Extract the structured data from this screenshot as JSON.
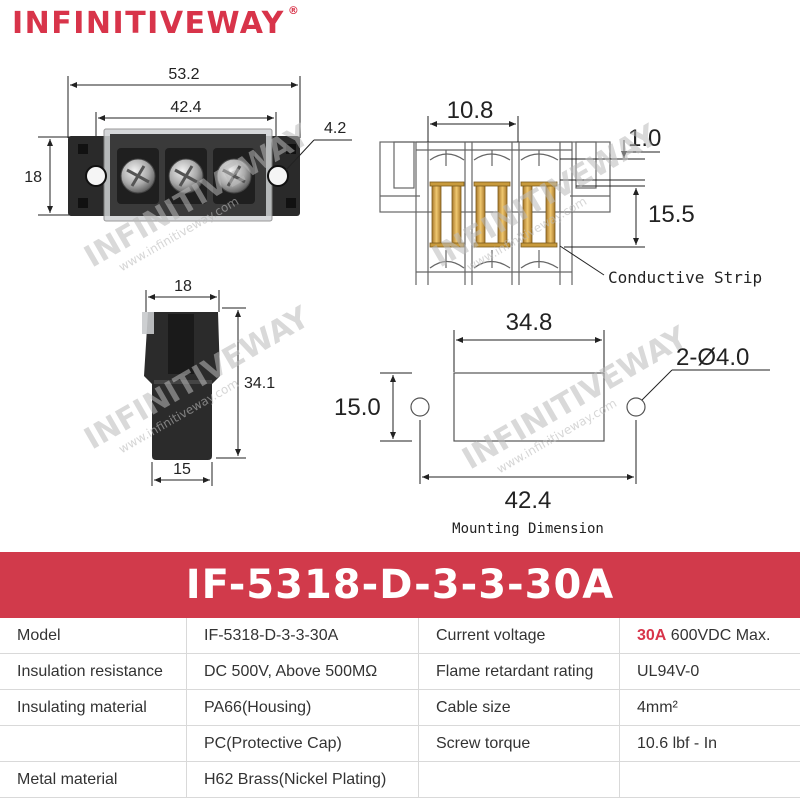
{
  "brand": {
    "name": "INFINITIVEWAY",
    "registered": "®"
  },
  "watermark": {
    "name": "INFINITIVEWAY",
    "url": "www.infinitiveway.com"
  },
  "dimensions": {
    "top_overall": "53.2",
    "top_hole_pitch": "42.4",
    "top_hole_dia": "4.2",
    "top_height": "18",
    "section_pitch": "10.8",
    "section_gap": "1.0",
    "section_height": "15.5",
    "conductive_strip": "Conductive Strip",
    "side_top_width": "18",
    "side_height": "34.1",
    "side_bottom_width": "15",
    "mount_width": "34.8",
    "mount_height": "15.0",
    "mount_holes": "2-Ø4.0",
    "mount_pitch": "42.4",
    "mount_caption": "Mounting Dimension"
  },
  "model_banner": "IF-5318-D-3-3-30A",
  "specs": {
    "r1": {
      "l1": "Model",
      "v1": "IF-5318-D-3-3-30A",
      "l2": "Current voltage",
      "v2a": "30A",
      "v2b": " 600VDC Max."
    },
    "r2": {
      "l1": "Insulation resistance",
      "v1": "DC 500V, Above 500MΩ",
      "l2": "Flame retardant rating",
      "v2": "UL94V-0"
    },
    "r3": {
      "l1": "Insulating material",
      "v1": "PA66(Housing)",
      "l2": "Cable size",
      "v2": "4mm²"
    },
    "r4": {
      "l1": "",
      "v1": "PC(Protective Cap)",
      "l2": "Screw torque",
      "v2": "10.6 lbf - In"
    },
    "r5": {
      "l1": "Metal material",
      "v1": "H62 Brass(Nickel Plating)",
      "l2": "",
      "v2": ""
    }
  },
  "colors": {
    "accent": "#d13a4b",
    "brand": "#d8344a"
  }
}
